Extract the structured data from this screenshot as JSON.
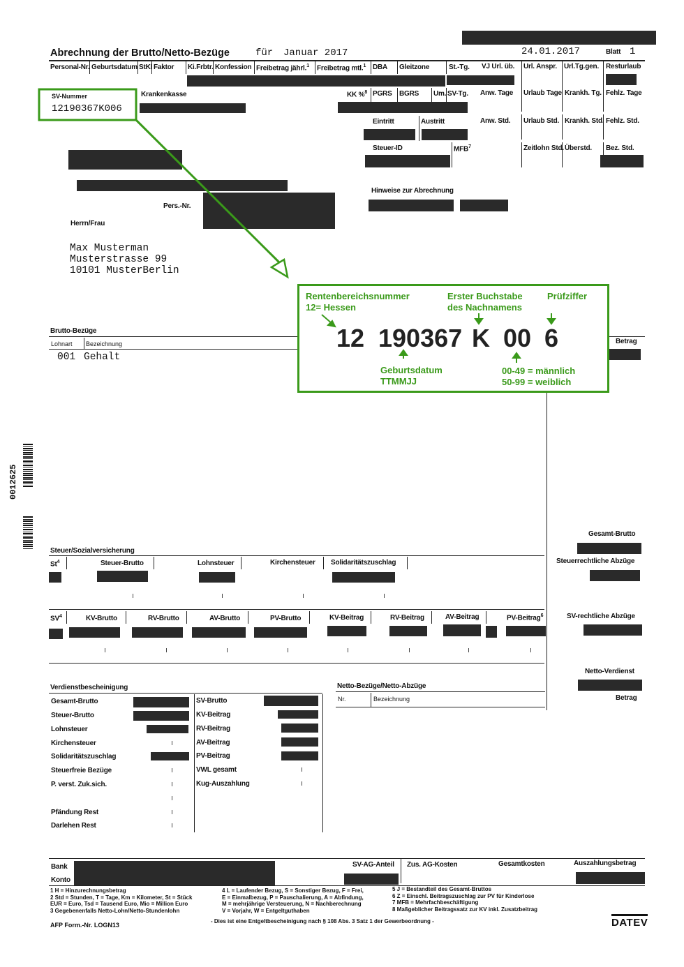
{
  "header": {
    "title": "Abrechnung der Brutto/Netto-Bezüge",
    "period_prefix": "für",
    "period": "Januar 2017",
    "date": "24.01.2017",
    "sheet_label": "Blatt",
    "sheet_no": "1"
  },
  "row1": {
    "personal_nr": "Personal-Nr.",
    "geburtsdatum": "Geburtsdatum",
    "stkl": "StKl",
    "faktor": "Faktor",
    "kifrbtr": "Ki.Frbtr.",
    "konfession": "Konfession",
    "freibetrag_jaehrl": "Freibetrag jährl.",
    "sup1": "1",
    "freibetrag_mtl": "Freibetrag mtl.",
    "sup2": "1",
    "dba": "DBA",
    "gleitzone": "Gleitzone",
    "sttg": "St.-Tg.",
    "vj_url": "VJ Url. üb.",
    "url_anspr": "Url. Anspr.",
    "url_tg": "Url.Tg.gen.",
    "resturlaub": "Resturlaub"
  },
  "row2": {
    "sv_nummer_label": "SV-Nummer",
    "sv_nummer": "12190367K006",
    "krankenkasse": "Krankenkasse",
    "kk": "KK %",
    "kk_sup": "8",
    "pgrs": "PGRS",
    "bgrs": "BGRS",
    "um": "Um.",
    "svtg": "SV-Tg.",
    "anw_tage": "Anw. Tage",
    "urlaub_tage": "Urlaub Tage",
    "krankh_tg": "Krankh. Tg.",
    "fehlz_tage": "Fehlz. Tage"
  },
  "row3": {
    "eintritt": "Eintritt",
    "austritt": "Austritt",
    "anw_std": "Anw. Std.",
    "urlaub_std": "Urlaub Std.",
    "krankh_std": "Krankh. Std.",
    "fehlz_std": "Fehlz. Std."
  },
  "row4": {
    "steuer_id": "Steuer-ID",
    "mfb": "MFB",
    "mfb_sup": "7",
    "zeitlohn": "Zeitlohn Std.",
    "ueberstd": "Überstd.",
    "bez_std": "Bez. Std."
  },
  "address": {
    "pers_nr": "Pers.-Nr.",
    "salutation": "Herrn/Frau",
    "name": "Max Musterman",
    "street": "Musterstrasse 99",
    "city": "10101 MusterBerlin",
    "hinweise": "Hinweise zur Abrechnung"
  },
  "annotation": {
    "label_rbn": "Rentenbereichsnummer",
    "label_hessen": "12= Hessen",
    "label_buchstabe": "Erster Buchstabe",
    "label_nachname": "des Nachnamens",
    "label_pruef": "Prüfziffer",
    "part1": "12",
    "part2": "190367",
    "part3": "K",
    "part4": "00",
    "part5": "6",
    "label_geb": "Geburtsdatum",
    "label_ttmmjj": "TTMMJJ",
    "label_m": "00-49 = männlich",
    "label_w": "50-99 = weiblich",
    "color": "#3a9a1a"
  },
  "brutto": {
    "title": "Brutto-Bezüge",
    "lohnart": "Lohnart",
    "bezeichnung": "Bezeichnung",
    "betrag": "Betrag",
    "item_code": "001",
    "item_name": "Gehalt"
  },
  "barcode_text": "0012625",
  "steuer": {
    "title": "Steuer/Sozialversicherung",
    "st": "St",
    "st_sup": "4",
    "steuer_brutto": "Steuer-Brutto",
    "lohnsteuer": "Lohnsteuer",
    "kirchensteuer": "Kirchensteuer",
    "soli": "Solidaritätszuschlag",
    "sv": "SV",
    "sv_sup": "4",
    "kv_brutto": "KV-Brutto",
    "rv_brutto": "RV-Brutto",
    "av_brutto": "AV-Brutto",
    "pv_brutto": "PV-Brutto",
    "kv_beitrag": "KV-Beitrag",
    "rv_beitrag": "RV-Beitrag",
    "av_beitrag": "AV-Beitrag",
    "pv_beitrag": "PV-Beitrag",
    "pv_sup": "6"
  },
  "right": {
    "gesamt_brutto": "Gesamt-Brutto",
    "steuerrechtliche": "Steuerrechtliche Abzüge",
    "sv_rechtliche": "SV-rechtliche Abzüge",
    "netto_verdienst": "Netto-Verdienst",
    "betrag": "Betrag",
    "auszahlungsbetrag": "Auszahlungsbetrag"
  },
  "verdienst": {
    "title": "Verdienstbescheinigung",
    "left": [
      "Gesamt-Brutto",
      "Steuer-Brutto",
      "Lohnsteuer",
      "Kirchensteuer",
      "Solidaritätszuschlag",
      "Steuerfreie Bezüge",
      "P. verst. Zuk.sich.",
      "",
      "Pfändung Rest",
      "Darlehen Rest"
    ],
    "right": [
      "SV-Brutto",
      "KV-Beitrag",
      "RV-Beitrag",
      "AV-Beitrag",
      "PV-Beitrag",
      "VWL gesamt",
      "Kug-Auszahlung"
    ]
  },
  "netto": {
    "title": "Netto-Bezüge/Netto-Abzüge",
    "nr": "Nr.",
    "bezeichnung": "Bezeichnung"
  },
  "bottom": {
    "bank": "Bank",
    "konto": "Konto",
    "sv_ag_anteil": "SV-AG-Anteil",
    "zus_ag": "Zus. AG-Kosten",
    "gesamtkosten": "Gesamtkosten"
  },
  "footnotes": {
    "col1": [
      "1 H = Hinzurechnungsbetrag",
      "2 Std = Stunden, T = Tage, Km = Kilometer, St = Stück",
      "   EUR = Euro, Tsd = Tausend Euro, Mio = Million Euro",
      "3 Gegebenenfalls Netto-Lohn/Netto-Stundenlohn"
    ],
    "col2": [
      "4 L = Laufender Bezug, S = Sonstiger Bezug, F = Frei,",
      "   E = Einmalbezug, P = Pauschalierung, A = Abfindung,",
      "   M = mehrjährige Versteuerung, N = Nachberechnung",
      "   V = Vorjahr, W = Entgeltguthaben"
    ],
    "col3": [
      "5 J = Bestandteil des Gesamt-Bruttos",
      "6 Z = Einschl. Beitragszuschlag zur PV für Kinderlose",
      "7 MFB = Mehrfachbeschäftigung",
      "8 Maßgeblicher Beitragssatz zur KV inkl. Zusatzbeitrag"
    ],
    "form_nr": "AFP Form.-Nr. LOGN13",
    "notice": "- Dies ist eine Entgeltbescheinigung nach § 108 Abs. 3 Satz 1 der Gewerbeordnung -",
    "logo": "DATEV"
  }
}
